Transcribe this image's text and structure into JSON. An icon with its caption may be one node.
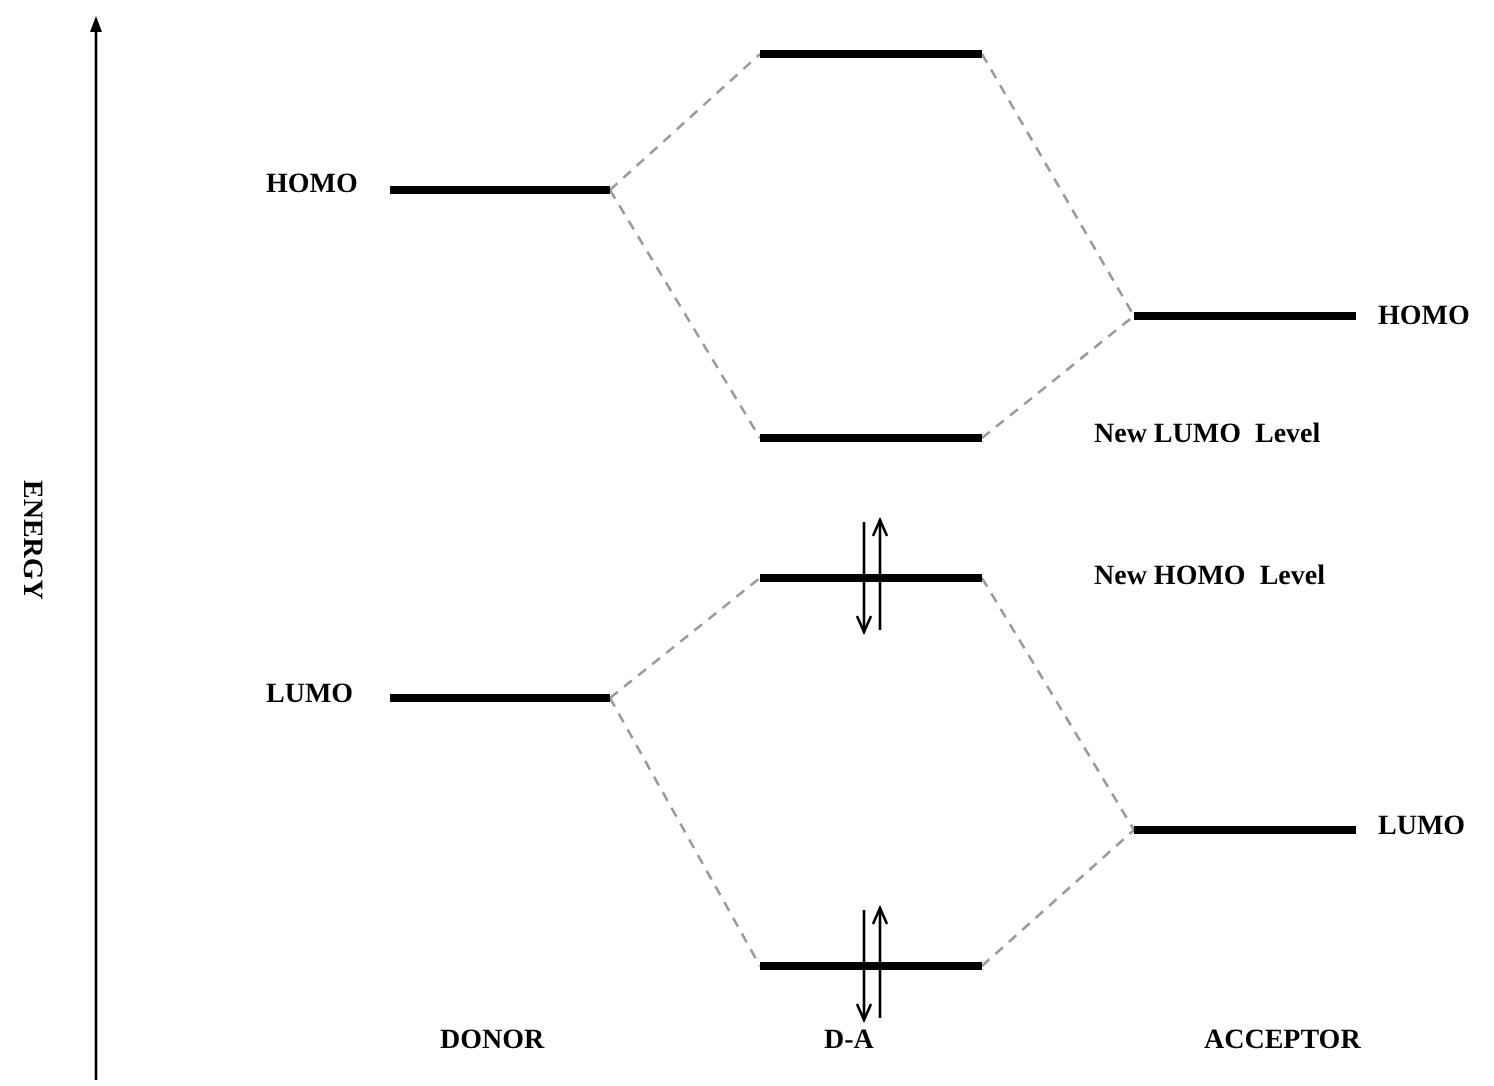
{
  "diagram": {
    "nodes": [
      {
        "text": [],
        "shape": "bar"
      },
      {
        "text": [],
        "shape": "bar",
        "beside": [
          "HOMO"
        ]
      },
      {
        "text": [],
        "shape": "bar",
        "beside": [
          "HOMO"
        ]
      },
      {
        "text": [],
        "shape": "bar",
        "beside": [
          "New LUMO  Level"
        ]
      },
      {
        "text": [],
        "shape": "bar",
        "beside": [
          "New HOMO  Level"
        ]
      },
      {
        "text": [],
        "shape": "bar",
        "beside": [
          "LUMO"
        ]
      },
      {
        "text": [],
        "shape": "bar",
        "beside": [
          "LUMO"
        ]
      },
      {
        "text": [],
        "shape": "bar"
      }
    ],
    "edges": [
      {
        "from": 1,
        "to": 0,
        "arrow": "none",
        "style": "dashed"
      },
      {
        "from": 1,
        "to": 3,
        "arrow": "none",
        "style": "dashed"
      },
      {
        "from": 0,
        "to": 2,
        "arrow": "none",
        "style": "dashed"
      },
      {
        "from": 3,
        "to": 2,
        "arrow": "none",
        "style": "dashed"
      },
      {
        "from": 5,
        "to": 4,
        "arrow": "none",
        "style": "dashed"
      },
      {
        "from": 5,
        "to": 7,
        "arrow": "none",
        "style": "dashed"
      },
      {
        "from": 4,
        "to": 6,
        "arrow": "none",
        "style": "dashed"
      },
      {
        "from": 7,
        "to": 6,
        "arrow": "none",
        "style": "dashed"
      }
    ],
    "labels": [
      "ENERGY",
      "DONOR",
      "D-A",
      "ACCEPTOR"
    ]
  }
}
